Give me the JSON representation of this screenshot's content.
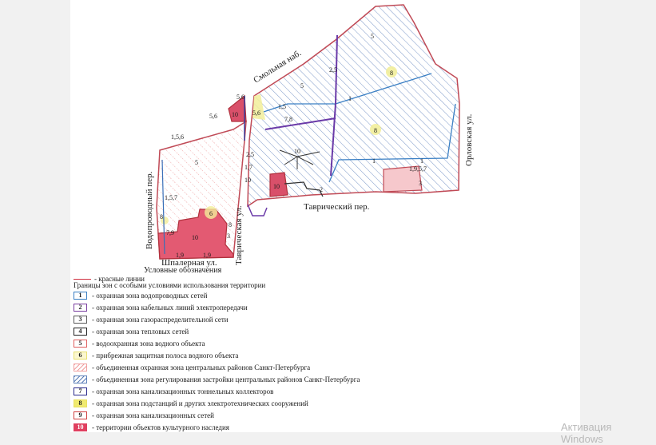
{
  "map": {
    "streets": {
      "smolnaya": "Смольная наб.",
      "vodoprovodny": "Водопроводный пер.",
      "tavricheskaya": "Таврическая ул.",
      "tavrichesky_per": "Таврический пер.",
      "orlovskaya": "Орловская ул.",
      "shpalernaya": "Шпалерная ул."
    },
    "labels": {
      "a": "5",
      "b": "8",
      "c": "2,5",
      "d": "5",
      "e": "1",
      "f": "1,5",
      "g": "7,8",
      "h": "8",
      "i": "1",
      "j": "10",
      "k": "1",
      "l": "1,9,5,7",
      "m": "3",
      "n": "5,6",
      "o": "5,6",
      "p": "10",
      "q": "5,6",
      "r": "1,5,6",
      "s": "5",
      "t": "2,5",
      "u": "10",
      "v": "1,5,7",
      "w": "6",
      "x": "10",
      "y": "7,9",
      "z": "3",
      "aa": "1,9",
      "ab": "1,9",
      "ac": "1,7",
      "ad": "2",
      "ae": "8",
      "af": "8",
      "ag": "10"
    }
  },
  "legend": {
    "title": "Условные обозначения",
    "red_lines": "- красные линии",
    "zones_header": "Границы зон с особыми условиями использования территории",
    "items": [
      {
        "n": "1",
        "text": "- охранная зона водопроводных сетей",
        "color": "#3a7fc4"
      },
      {
        "n": "2",
        "text": "- охранная зона кабельных линий электропередачи",
        "color": "#7a3ea0"
      },
      {
        "n": "3",
        "text": "- охранная зона газораспределительной сети",
        "color": "#5a5a5a"
      },
      {
        "n": "4",
        "text": "- охранная зона тепловых сетей",
        "color": "#222222"
      },
      {
        "n": "5",
        "text": "- водоохранная зона водного объекта",
        "color": "#e06060"
      },
      {
        "n": "6",
        "text": "- прибрежная защитная полоса водного объекта",
        "color": "#e8e070"
      },
      {
        "n": "",
        "text": "- объединенная охранная зона центральных районов Санкт-Петербурга",
        "color": "#f0a0a0"
      },
      {
        "n": "",
        "text": "- объединенная зона регулирования застройки центральных районов Санкт-Петербурга",
        "color": "#5c7fb8"
      },
      {
        "n": "7",
        "text": "- охранная зона канализационных тоннельных коллекторов",
        "color": "#2a2a8c"
      },
      {
        "n": "8",
        "text": "- охранная зона подстанций и других электротехнических сооружений",
        "color": "#e9e060"
      },
      {
        "n": "9",
        "text": "- охранная зона канализационных сетей",
        "color": "#d04040"
      },
      {
        "n": "10",
        "text": "- территории объектов культурного наследия",
        "color": "#e04060"
      }
    ]
  },
  "watermark": "Активация Windows"
}
